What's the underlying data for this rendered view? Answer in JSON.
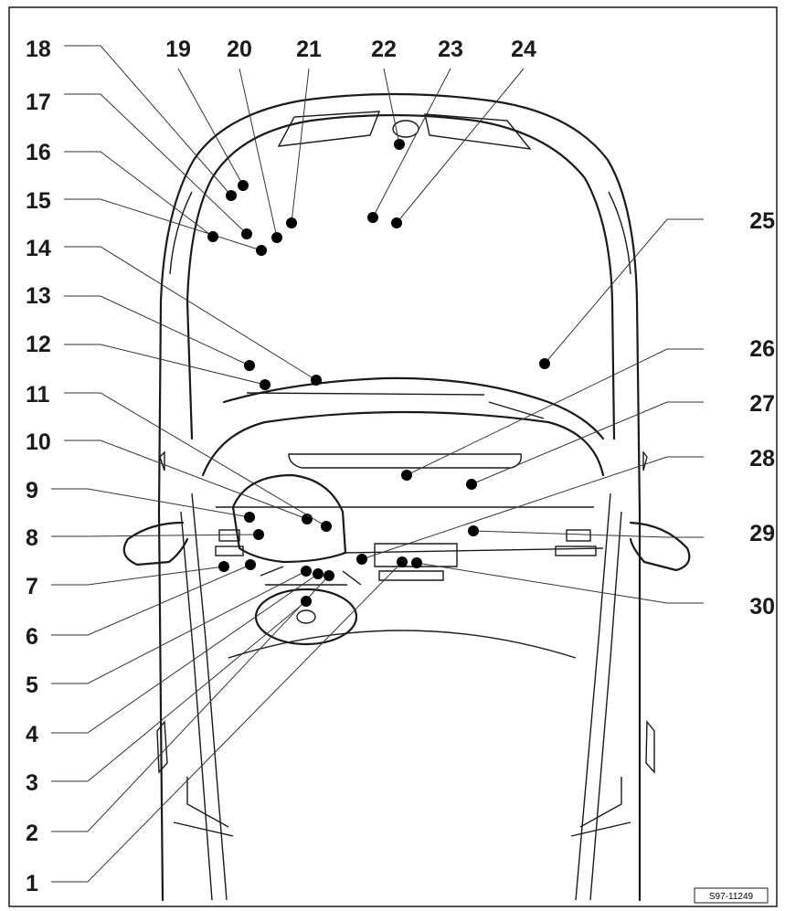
{
  "diagram": {
    "reference_code": "S97-11249",
    "callouts": [
      {
        "label": "1"
      },
      {
        "label": "2"
      },
      {
        "label": "3"
      },
      {
        "label": "4"
      },
      {
        "label": "5"
      },
      {
        "label": "6"
      },
      {
        "label": "7"
      },
      {
        "label": "8"
      },
      {
        "label": "9"
      },
      {
        "label": "10"
      },
      {
        "label": "11"
      },
      {
        "label": "12"
      },
      {
        "label": "13"
      },
      {
        "label": "14"
      },
      {
        "label": "15"
      },
      {
        "label": "16"
      },
      {
        "label": "17"
      },
      {
        "label": "18"
      },
      {
        "label": "19"
      },
      {
        "label": "20"
      },
      {
        "label": "21"
      },
      {
        "label": "22"
      },
      {
        "label": "23"
      },
      {
        "label": "24"
      },
      {
        "label": "25"
      },
      {
        "label": "26"
      },
      {
        "label": "27"
      },
      {
        "label": "28"
      },
      {
        "label": "29"
      },
      {
        "label": "30"
      }
    ],
    "colors": {
      "ink": "#1a1a1a",
      "background": "#ffffff"
    }
  }
}
